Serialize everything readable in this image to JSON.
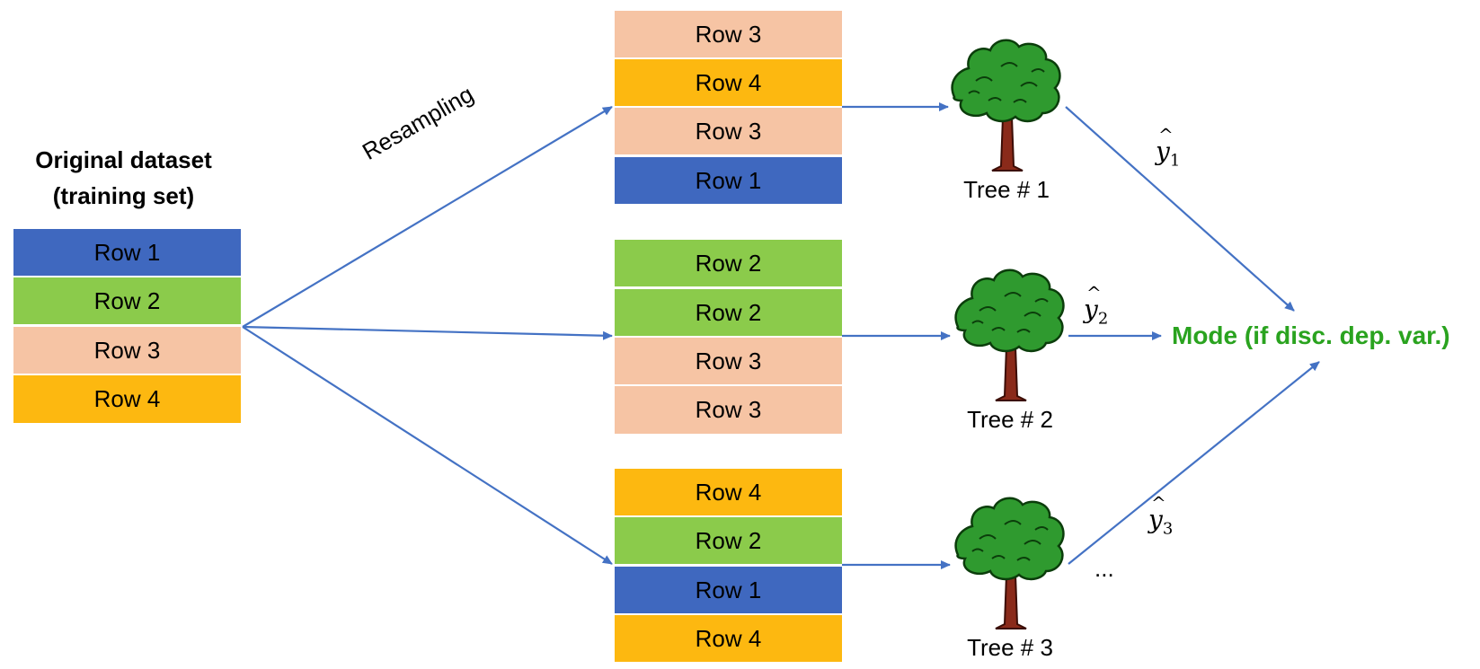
{
  "title": {
    "line1": "Original dataset",
    "line2": "(training set)"
  },
  "resampling_label": "Resampling",
  "colors": {
    "row1": "#3f68bf",
    "row2": "#8bcb4b",
    "row3": "#f6c4a4",
    "row4": "#fdb810",
    "arrow": "#4472c4",
    "mode": "#2aa31f"
  },
  "original_rows": [
    "Row 1",
    "Row 2",
    "Row 3",
    "Row 4"
  ],
  "bootstrap_samples": [
    [
      "Row 3",
      "Row 4",
      "Row 3",
      "Row 1"
    ],
    [
      "Row 2",
      "Row 2",
      "Row 3",
      "Row 3"
    ],
    [
      "Row 4",
      "Row 2",
      "Row 1",
      "Row 4"
    ]
  ],
  "trees": [
    "Tree # 1",
    "Tree # 2",
    "Tree # 3"
  ],
  "predictions": [
    {
      "symbol": "y",
      "subscript": "1"
    },
    {
      "symbol": "y",
      "subscript": "2"
    },
    {
      "symbol": "y",
      "subscript": "3"
    }
  ],
  "ellipsis": "...",
  "output_label": "Mode (if disc. dep. var.)"
}
